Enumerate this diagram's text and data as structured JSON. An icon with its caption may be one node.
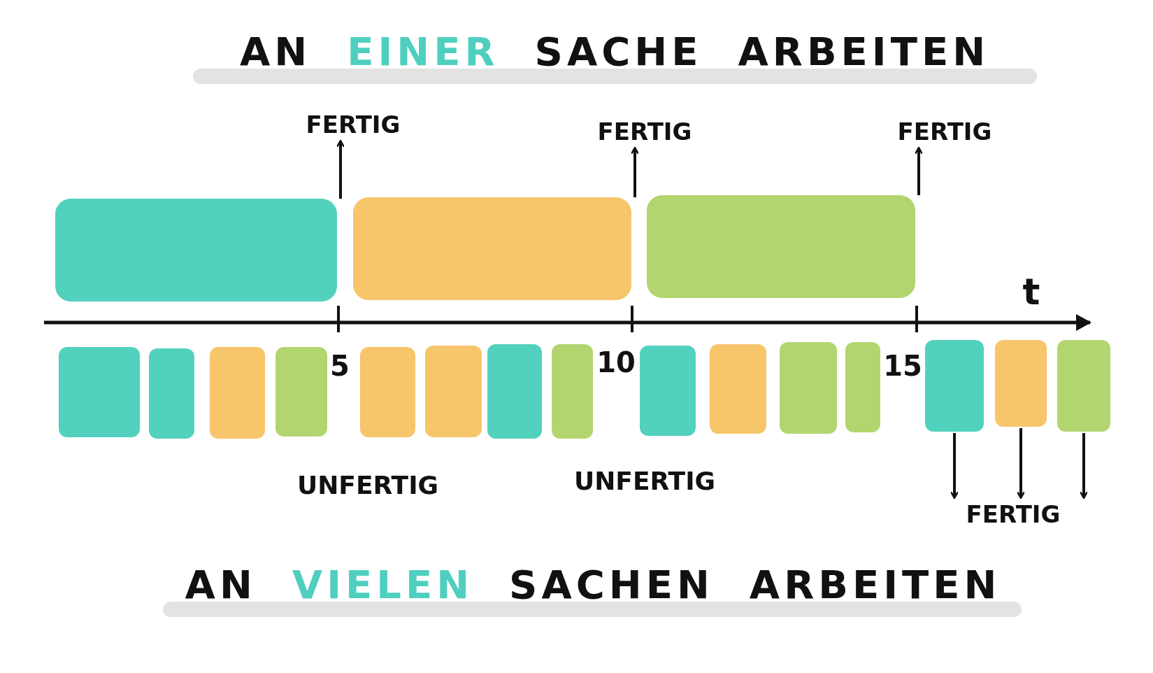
{
  "diagram": {
    "title": "AN EINER SACHE ARBEITEN",
    "caption": "AN VIELEN SACHEN ARBEITEN",
    "nodes": [
      {
        "text": [],
        "shape": "bar"
      },
      {
        "text": [],
        "shape": "bar"
      },
      {
        "text": [],
        "shape": "bar"
      },
      {
        "text": [],
        "shape": "box"
      },
      {
        "text": [],
        "shape": "box"
      },
      {
        "text": [],
        "shape": "box"
      },
      {
        "text": [],
        "shape": "box"
      },
      {
        "text": [],
        "shape": "box"
      },
      {
        "text": [],
        "shape": "box"
      },
      {
        "text": [],
        "shape": "box"
      },
      {
        "text": [],
        "shape": "box"
      },
      {
        "text": [],
        "shape": "box"
      },
      {
        "text": [],
        "shape": "box"
      },
      {
        "text": [],
        "shape": "box"
      },
      {
        "text": [],
        "shape": "box"
      },
      {
        "text": [],
        "shape": "box"
      },
      {
        "text": [],
        "shape": "box"
      },
      {
        "text": [],
        "shape": "box"
      },
      {
        "text": [
          "FERTIG"
        ]
      },
      {
        "text": [
          "FERTIG"
        ]
      },
      {
        "text": [
          "FERTIG"
        ]
      },
      {
        "text": [
          "FERTIG"
        ]
      }
    ],
    "edges": [
      {
        "from": 0,
        "to": 18,
        "arrow": "to"
      },
      {
        "from": 1,
        "to": 19,
        "arrow": "to"
      },
      {
        "from": 2,
        "to": 20,
        "arrow": "to"
      },
      {
        "from": 15,
        "to": 21,
        "arrow": "to"
      },
      {
        "from": 16,
        "to": 21,
        "arrow": "to"
      },
      {
        "from": 17,
        "to": 21,
        "arrow": "to"
      }
    ],
    "labels": [
      "t",
      "5",
      "10",
      "15",
      "UNFERTIG",
      "UNFERTIG"
    ]
  }
}
